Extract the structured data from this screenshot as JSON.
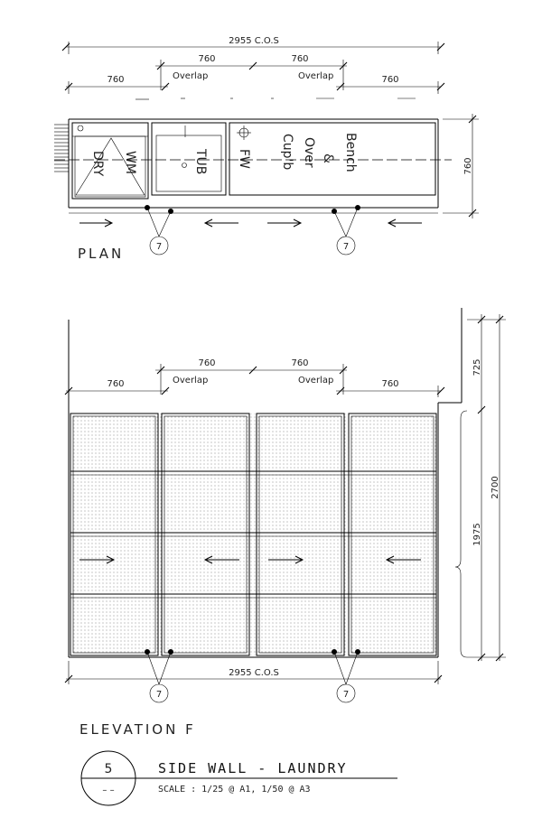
{
  "plan": {
    "overall_dim": "2955 C.O.S",
    "panel_dim": "760",
    "overlap_label": "Overlap",
    "height_dim": "760",
    "label": "PLAN",
    "fixtures": {
      "wm": "WM",
      "dry": "DRY",
      "tub": "TUB",
      "fw": "FW",
      "bench": "Bench",
      "amp": "&",
      "over": "Over",
      "cupb": "Cup'b"
    },
    "callout": "7"
  },
  "elevation": {
    "panel_dim": "760",
    "overlap_label": "Overlap",
    "dim_top": "725",
    "dim_total": "2700",
    "dim_door": "1975",
    "overall_dim": "2955 C.O.S",
    "label": "ELEVATION F",
    "callout": "7"
  },
  "title_block": {
    "number": "5",
    "sub": "– –",
    "title": "SIDE WALL - LAUNDRY",
    "scale": "SCALE : 1/25 @ A1,  1/50 @ A3"
  }
}
